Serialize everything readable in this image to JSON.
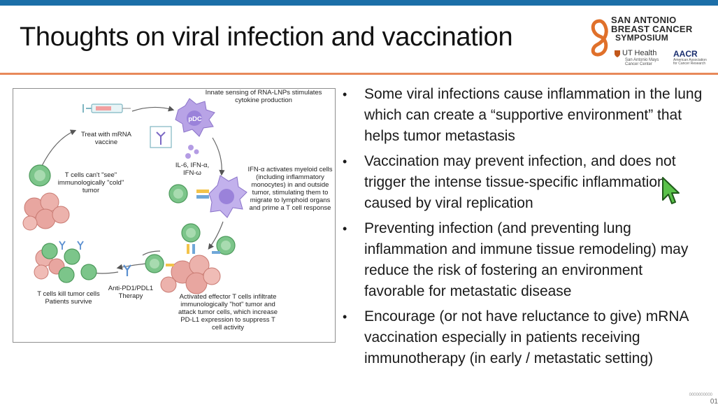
{
  "slide": {
    "title": "Thoughts on viral infection and vaccination",
    "footnote": "0000000000",
    "page_number": "01"
  },
  "logo": {
    "line1": "SAN ANTONIO",
    "line2": "BREAST CANCER",
    "line3": "SYMPOSIUM",
    "ut_health": "UT Health",
    "ut_sub": "San Antonio Mays Cancer Center",
    "aacr": "AACR",
    "aacr_sub": "American Association for Cancer Research"
  },
  "figure": {
    "innate": "Innate sensing of RNA-LNPs stimulates cytokine production",
    "pdc": "pDC",
    "treat": "Treat with mRNA vaccine",
    "cytokines": "IL-6, IFN-α, IFN-ω",
    "ifn": "IFN-α activates myeloid cells (including inflammatory monocytes) in and outside tumor, stimulating them to migrate to lymphoid organs and prime a T cell response",
    "cold": "T cells can't \"see\" immunologically \"cold\" tumor",
    "kill": "T cells kill tumor cells Patients survive",
    "therapy": "Anti-PD1/PDL1 Therapy",
    "activated": "Activated effector T cells infiltrate immunologically \"hot\" tumor and attack tumor cells, which increase PD-L1 expression to suppress T cell activity"
  },
  "bullets": [
    "Some viral infections cause inflammation in the lung which can create a “supportive environment” that helps tumor metastasis",
    "Vaccination may prevent infection, and does not trigger the intense tissue-specific inflammation caused by viral replication",
    "Preventing infection (and preventing lung inflammation and immune tissue remodeling) may reduce the risk of fostering an environment favorable for metastatic disease",
    "Encourage (or not have reluctance to give) mRNA vaccination especially in patients receiving immunotherapy (in early / metastatic setting)"
  ],
  "colors": {
    "top_bar": "#1c6fa8",
    "title_rule": "#e8895a",
    "cursor": "#5ac24a",
    "tcell": "#7cc58a",
    "tumor": "#e8a6a0"
  }
}
